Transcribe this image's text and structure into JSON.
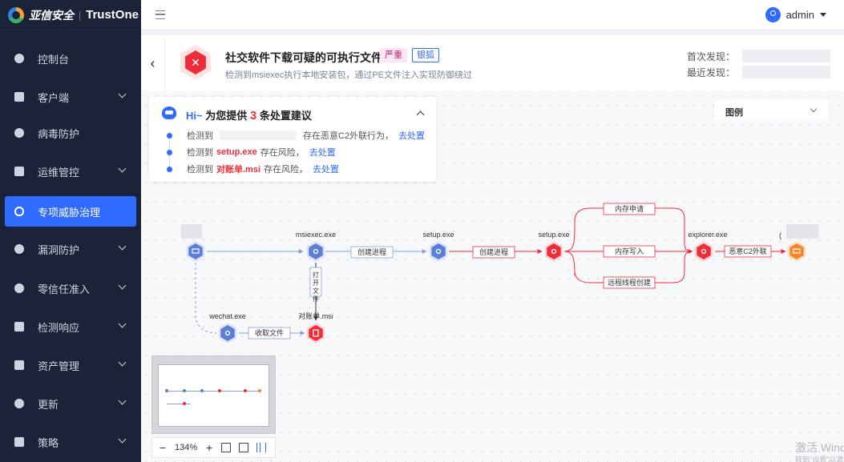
{
  "app": {
    "logo_cn": "亚信安全",
    "logo_sep": "|",
    "logo_en": "TrustOne"
  },
  "sidebar": {
    "items": [
      {
        "label": "控制台",
        "icon": "dashboard-icon"
      },
      {
        "label": "客户端",
        "icon": "client-icon",
        "expandable": true
      },
      {
        "label": "病毒防护",
        "icon": "virus-shield-icon"
      },
      {
        "label": "运维管控",
        "icon": "ops-icon",
        "expandable": true
      },
      {
        "label": "专项威胁治理",
        "icon": "threat-shield-icon",
        "active": true
      },
      {
        "label": "漏洞防护",
        "icon": "vuln-icon",
        "expandable": true
      },
      {
        "label": "零信任准入",
        "icon": "zero-trust-icon",
        "expandable": true
      },
      {
        "label": "检测响应",
        "icon": "detect-icon",
        "expandable": true
      },
      {
        "label": "资产管理",
        "icon": "asset-icon",
        "expandable": true
      },
      {
        "label": "更新",
        "icon": "update-icon",
        "expandable": true
      },
      {
        "label": "策略",
        "icon": "policy-icon",
        "expandable": true
      }
    ]
  },
  "topbar": {
    "user": "admin"
  },
  "header": {
    "title": "社交软件下载可疑的可执行文件",
    "severity": "严重",
    "tag": "银狐",
    "subtitle": "检测到msiexec执行本地安装包，通过PE文件注入实现防御绕过",
    "first_seen_label": "首次发现：",
    "last_seen_label": "最近发现："
  },
  "suggestions": {
    "hi": "Hi~",
    "prefix": "为您提供",
    "count": "3",
    "suffix": "条处置建议",
    "items": [
      {
        "pre": "检测到",
        "target": "",
        "post": "存在恶意C2外联行为，",
        "action": "去处置"
      },
      {
        "pre": "检测到",
        "target": "setup.exe",
        "post": "存在风险，",
        "action": "去处置"
      },
      {
        "pre": "检测到",
        "target": "对账单.msi",
        "post": "存在风险，",
        "action": "去处置"
      }
    ]
  },
  "legend": {
    "label": "图例"
  },
  "graph": {
    "nodes": {
      "msiexec": "msiexec.exe",
      "setup1": "setup.exe",
      "setup2": "setup.exe",
      "explorer": "explorer.exe",
      "wechat": "wechat.exe",
      "msi": "对账单.msi",
      "remote_prefix": "("
    },
    "edges": {
      "create1": "创建进程",
      "create2": "创建进程",
      "open_file": "打开文件",
      "recv_file": "收取文件",
      "mem_alloc": "内存申请",
      "mem_write": "内存写入",
      "remote_thread": "远程线程创建",
      "c2": "恶意C2外联"
    },
    "colors": {
      "blue": "#5b7ed6",
      "red": "#ef2d3a",
      "orange": "#f7862b"
    }
  },
  "zoom": {
    "level": "134%"
  },
  "watermark": {
    "line1": "激活 Windows",
    "line2": "转到\"设置\"以激活"
  }
}
